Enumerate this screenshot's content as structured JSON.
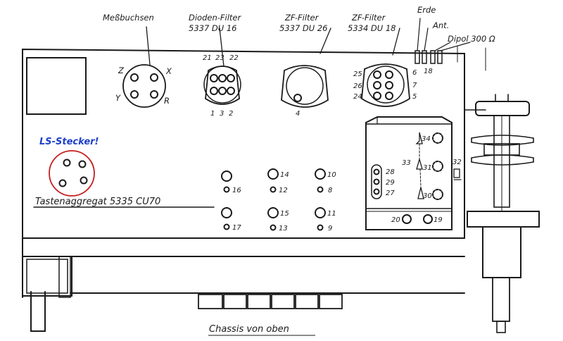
{
  "top_labels": {
    "messbuchsen": "Meßbuchsen",
    "dioden_filter": "Dioden-Filter",
    "dioden_filter_num": "5337 DU 16",
    "zf_filter_1": "ZF-Filter",
    "zf_filter_1_num": "5337 DU 26",
    "zf_filter_2": "ZF-Filter",
    "zf_filter_2_num": "5334 DU 18",
    "erde": "Erde",
    "ant": "Ant.",
    "dipol": "Dipol 300 Ω",
    "num_18": "18"
  },
  "meas_socket_labels": {
    "z": "Z",
    "x": "X",
    "y": "Y",
    "r": "R"
  },
  "diode_pins": {
    "p21": "21",
    "p23": "23",
    "p22": "22",
    "p1": "1",
    "p3": "3",
    "p2": "2"
  },
  "zf1_pin": "4",
  "zf2_pins": {
    "p25": "25",
    "p26": "26",
    "p24": "24",
    "p6": "6",
    "p7": "7",
    "p5": "5"
  },
  "ls_stecker": "LS-Stecker!",
  "tasten_label": "Tastenaggregat 5335 CU70",
  "grid_labels": {
    "n16": "16",
    "n14": "14",
    "n12": "12",
    "n10": "10",
    "n8": "8",
    "n17": "17",
    "n15": "15",
    "n13": "13",
    "n11": "11",
    "n9": "9"
  },
  "right_box_labels": {
    "n34": "34",
    "n33": "33",
    "n31": "31",
    "n32": "32",
    "n30": "30",
    "n28": "28",
    "n29": "29",
    "n27": "27",
    "n20": "20",
    "n19": "19"
  },
  "bottom_caption": "Chassis von oben",
  "colors": {
    "ink": "#1a1a1a",
    "ls_circle": "#c41f1f",
    "ls_text": "#1e3fc8"
  }
}
